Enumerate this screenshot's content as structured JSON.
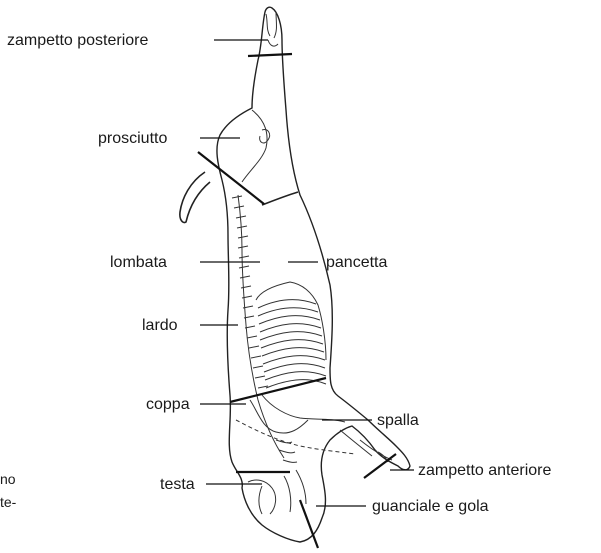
{
  "labels": {
    "zampetto_posteriore": "zampetto posteriore",
    "prosciutto": "prosciutto",
    "lombata": "lombata",
    "pancetta": "pancetta",
    "lardo": "lardo",
    "coppa": "coppa",
    "spalla": "spalla",
    "zampetto_anteriore": "zampetto anteriore",
    "testa": "testa",
    "guanciale_gola": "guanciale e gola"
  },
  "caption_fragments": {
    "line1": "no",
    "line2": "te-"
  }
}
